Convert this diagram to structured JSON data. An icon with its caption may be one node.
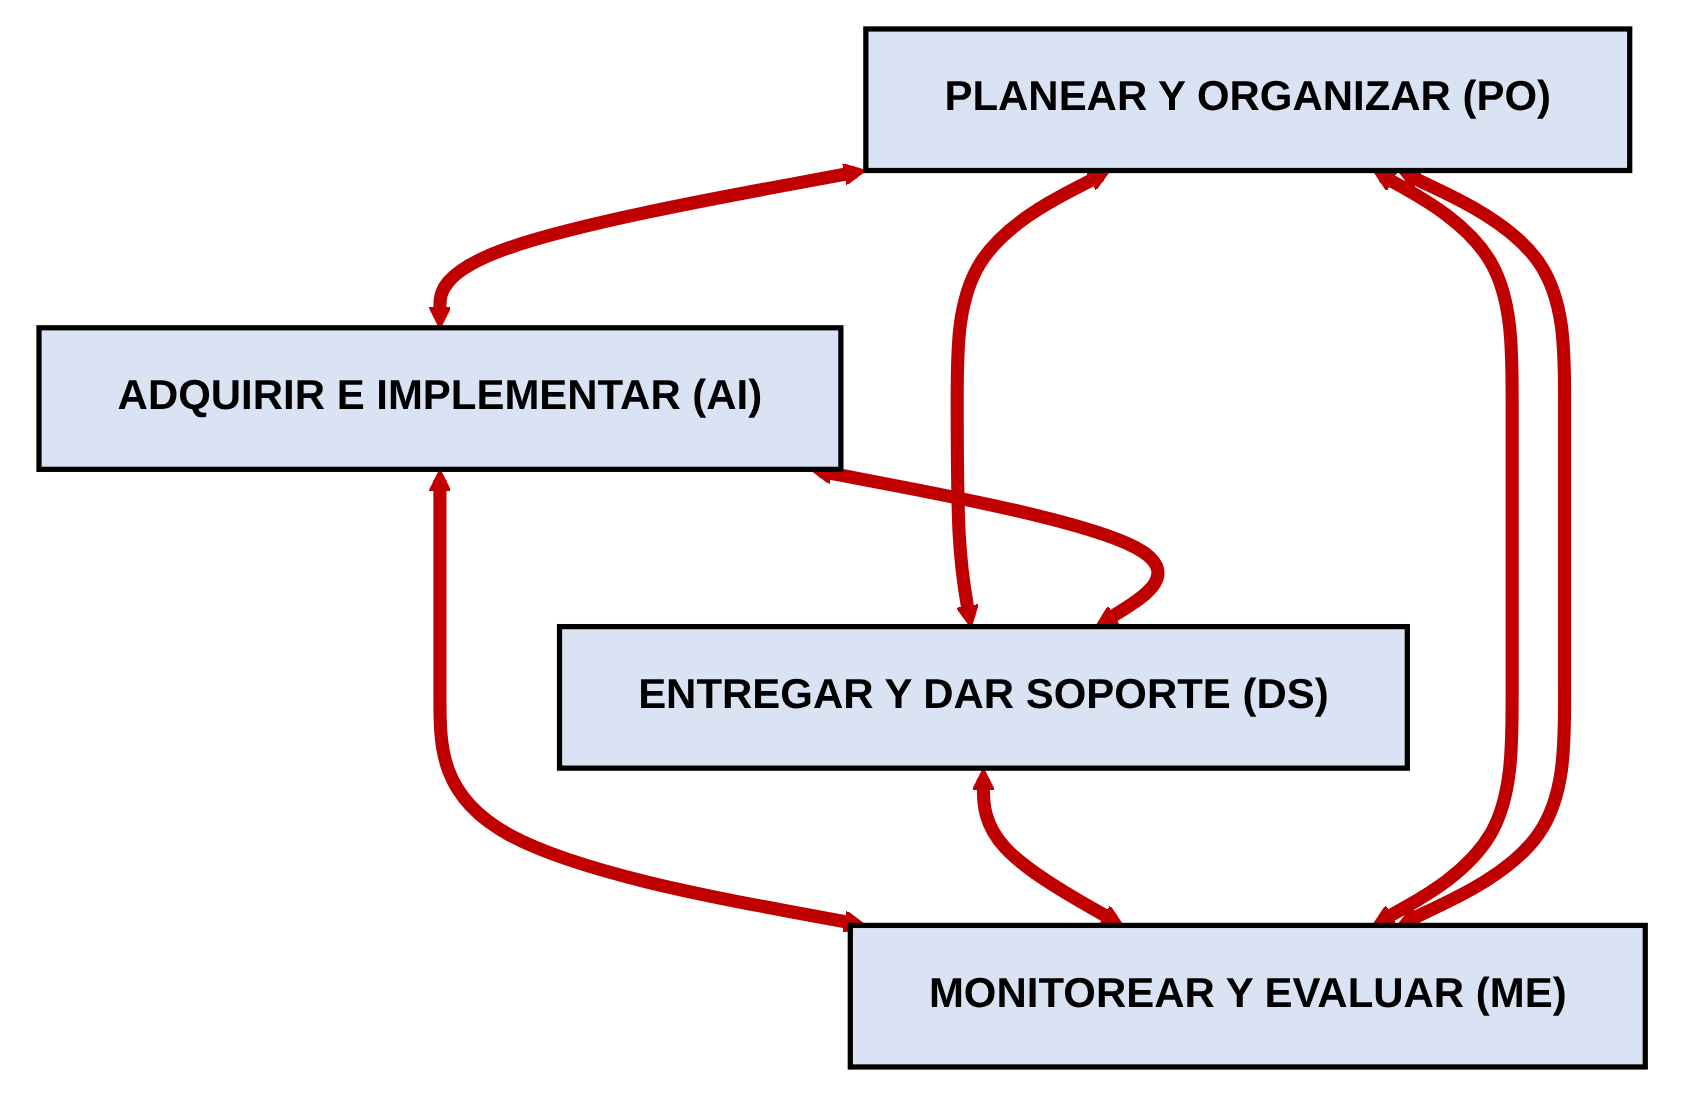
{
  "diagram": {
    "nodes": [
      {
        "text": [
          "PLANEAR Y ORGANIZAR (PO)"
        ]
      },
      {
        "text": [
          "ADQUIRIR E IMPLEMENTAR (AI)"
        ]
      },
      {
        "text": [
          "ENTREGAR Y DAR SOPORTE (DS)"
        ]
      },
      {
        "text": [
          "MONITOREAR Y EVALUAR (ME)"
        ]
      }
    ],
    "edges": [
      {
        "from": 0,
        "to": 1,
        "arrow": "both"
      },
      {
        "from": 0,
        "to": 2,
        "arrow": "both"
      },
      {
        "from": 1,
        "to": 2,
        "arrow": "both"
      },
      {
        "from": 1,
        "to": 3,
        "arrow": "both"
      },
      {
        "from": 2,
        "to": 3,
        "arrow": "both"
      },
      {
        "from": 0,
        "to": 3,
        "arrow": "both"
      },
      {
        "from": 0,
        "to": 3,
        "arrow": "both"
      }
    ]
  }
}
